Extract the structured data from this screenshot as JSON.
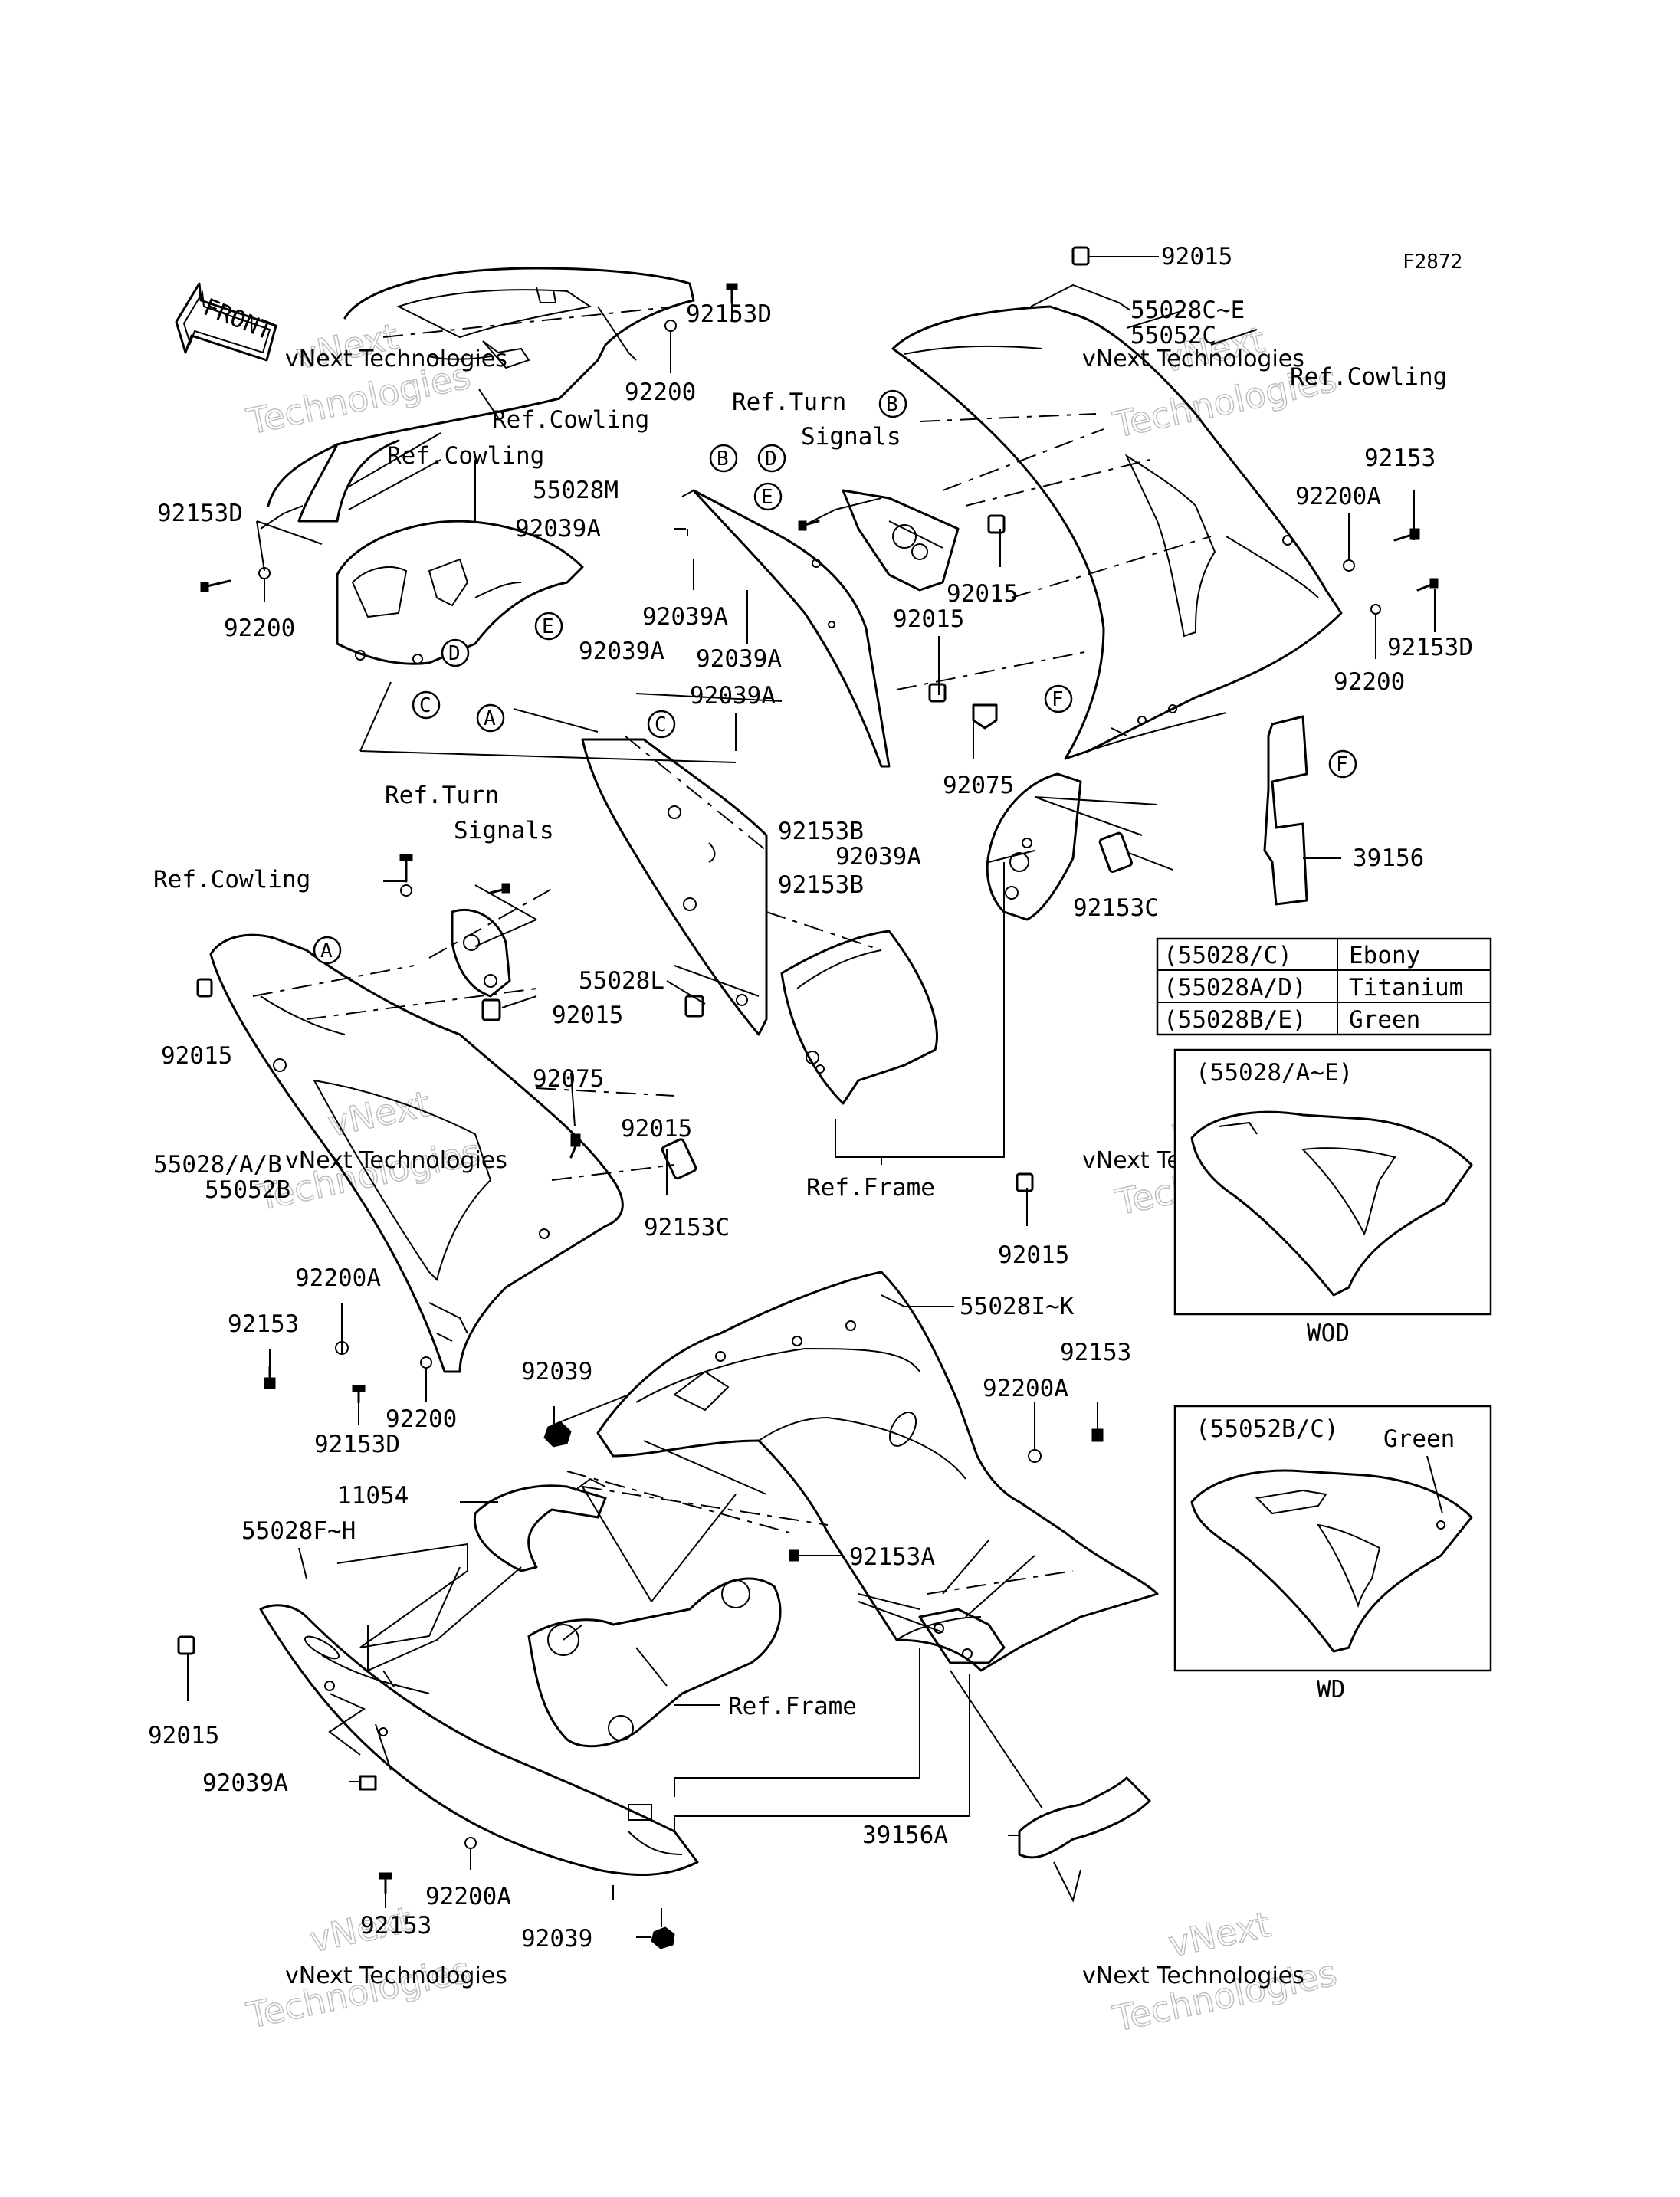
{
  "figure_code": "F2872",
  "front_arrow_label": "FRONT",
  "callouts": [
    "A",
    "B",
    "C",
    "D",
    "E",
    "F"
  ],
  "labels": {
    "p92015_top": "92015",
    "p55028c_e": "55028C~E",
    "p55052c": "55052C",
    "ref_cowling_tr": "Ref.Cowling",
    "p92153_r": "92153",
    "p92200a_r": "92200A",
    "p92153d_r": "92153D",
    "p92200_r": "92200",
    "p92153d_top": "92153D",
    "p92200_top": "92200",
    "ref_cowling_tl": "Ref.Cowling",
    "ref_cowling_tl2": "Ref.Cowling",
    "p92153d_l": "92153D",
    "p92200_l": "92200",
    "ref_turn_top_1": "Ref.Turn",
    "ref_turn_top_2": "Signals",
    "p55028m": "55028M",
    "p92039a_1": "92039A",
    "p92039a_2": "92039A",
    "p92039a_3": "92039A",
    "p92039a_4": "92039A",
    "p92039a_5": "92039A",
    "p92039a_6": "92039A",
    "p92015_m1": "92015",
    "p92015_m2": "92015",
    "p92075_r": "92075",
    "p92153b_1": "92153B",
    "p92153b_2": "92153B",
    "p92153c_r": "92153C",
    "p39156": "39156",
    "ref_turn_mid_1": "Ref.Turn",
    "ref_turn_mid_2": "Signals",
    "ref_cowling_ml": "Ref.Cowling",
    "p92015_ml": "92015",
    "p92015_mc": "92015",
    "p55028l": "55028L",
    "p92075_l": "92075",
    "p92015_mc2": "92015",
    "p55028a_b": "55028/A/B",
    "p55052b": "55052B",
    "p92153c_m": "92153C",
    "ref_frame_mid": "Ref.Frame",
    "p92015_br": "92015",
    "p92200a_l": "92200A",
    "p92153_l": "92153",
    "p92153d_b": "92153D",
    "p92200_b": "92200",
    "p92039_b1": "92039",
    "p55028i_k": "55028I~K",
    "p92153_b2": "92153",
    "p92200a_b2": "92200A",
    "p11054": "11054",
    "p55028f_h": "55028F~H",
    "p92153a": "92153A",
    "p92015_bl": "92015",
    "ref_frame_bot": "Ref.Frame",
    "p92039a_b": "92039A",
    "p39156a": "39156A",
    "p92200a_b3": "92200A",
    "p92153_b3": "92153",
    "p92039_b2": "92039"
  },
  "color_table": {
    "rows": [
      {
        "code": "(55028/C)",
        "color": "Ebony"
      },
      {
        "code": "(55028A/D)",
        "color": "Titanium"
      },
      {
        "code": "(55028B/E)",
        "color": "Green"
      }
    ]
  },
  "inset_wod": {
    "code": "(55028/A~E)",
    "caption": "WOD"
  },
  "inset_wd": {
    "code": "(55052B/C)",
    "note": "Green",
    "caption": "WD"
  },
  "watermarks": {
    "small": "vNext Technologies",
    "big1": "vNext",
    "big2": "Technologies"
  }
}
